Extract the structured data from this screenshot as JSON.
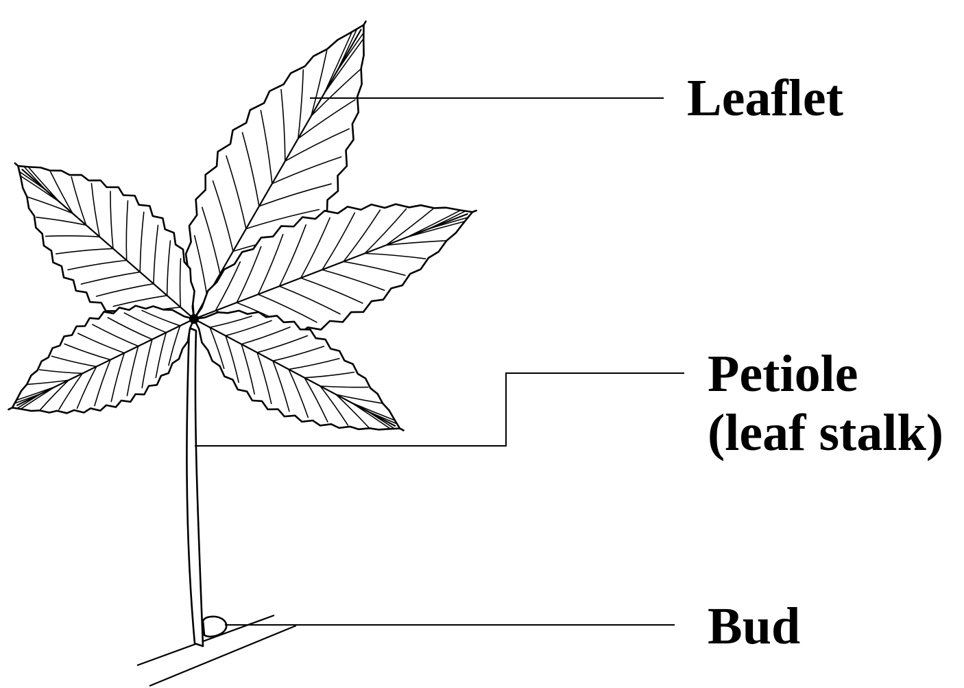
{
  "labels": {
    "leaflet": "Leaflet",
    "petiole_line1": "Petiole",
    "petiole_line2": "(leaf stalk)",
    "bud": "Bud"
  },
  "icons": [
    "palmate-leaf-drawing",
    "bud-drawing",
    "branch-drawing"
  ]
}
